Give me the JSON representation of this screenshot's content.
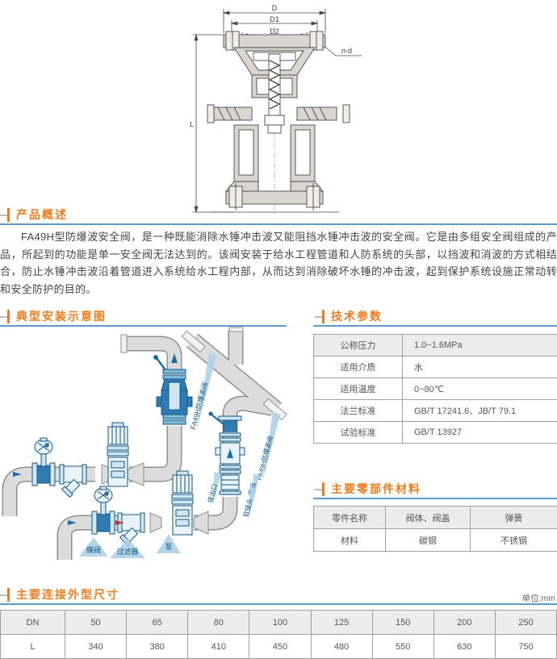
{
  "drawing": {
    "dim_d": "D",
    "dim_d1": "D1",
    "dim_d2": "D2",
    "dim_l": "L",
    "dim_nd": "n-d"
  },
  "overview": {
    "title": "产品概述",
    "body": "FA49H型防爆波安全阀，是一种既能消除水锤冲击波又能阻挡水锤冲击波的安全阀。它是由多组安全阀组成的产品，所起到的功能是单一安全阀无法达到的。该阀安装于给水工程管道和人防系统的头部，以挡波和消波的方式相结合，防止水锤冲击波沿着管道进入系统给水工程内部，从而达到消除破坏水锤的冲击波，起到保护系统设施正常动转和安全防护的目的。"
  },
  "install": {
    "title": "典型安装示意图",
    "labels": {
      "butterfly": "蝶阀",
      "filter": "过滤器",
      "pump": "泵",
      "outlet": "接出口",
      "flex_joint": "软接头",
      "fa49h": "FA49H防爆波阀"
    }
  },
  "tech": {
    "title": "技术参数",
    "rows": [
      {
        "label": "公称压力",
        "value": "1.0~1.6MPa"
      },
      {
        "label": "适用介质",
        "value": "水"
      },
      {
        "label": "适用温度",
        "value": "0~80℃"
      },
      {
        "label": "法兰标准",
        "value": "GB/T 17241.6、JB/T 79.1"
      },
      {
        "label": "试验标准",
        "value": "GB/T 13927"
      }
    ]
  },
  "materials": {
    "title": "主要零部件材料",
    "headers": [
      "零件名称",
      "阀体、阀盖",
      "弹簧"
    ],
    "row": [
      "材料",
      "碳钢",
      "不锈钢"
    ]
  },
  "dims": {
    "title": "主要连接外型尺寸",
    "unit": "单位:mm",
    "dn_label": "DN",
    "l_label": "L",
    "dn": [
      "50",
      "65",
      "80",
      "100",
      "125",
      "150",
      "200",
      "250"
    ],
    "l": [
      "340",
      "380",
      "410",
      "450",
      "480",
      "550",
      "630",
      "750"
    ]
  },
  "colors": {
    "accent_orange": "#ee7c1e",
    "rule_blue": "#5b9ac9",
    "table_border": "#a0a0a0",
    "row_grey": "#ececec",
    "diagram_blue": "#1a6fa5",
    "diagram_dark_blue": "#2f7cb5",
    "banner_blue": "#aed3e8",
    "pipe_grey": "#dcdcdc"
  }
}
